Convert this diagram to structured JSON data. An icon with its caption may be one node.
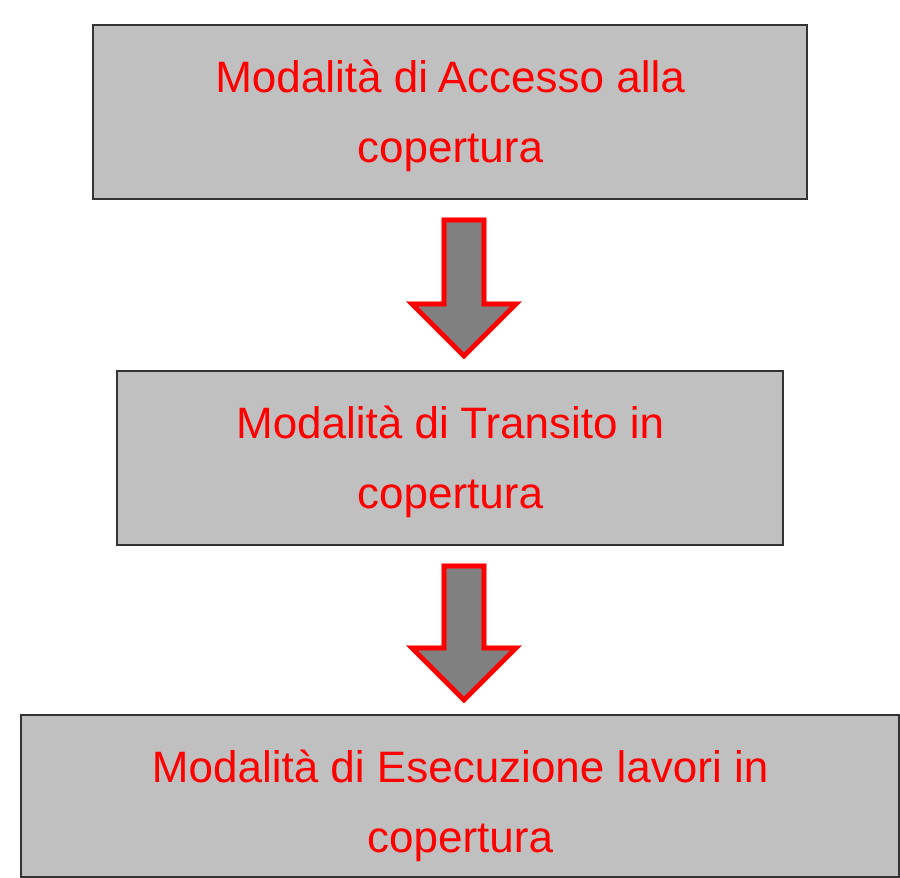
{
  "diagram": {
    "nodes": [
      {
        "text": [
          "Modalità di Accesso alla copertura"
        ]
      },
      {
        "text": [
          "Modalità di Transito in copertura"
        ]
      },
      {
        "text": [
          "Modalità di Esecuzione lavori in copertura"
        ]
      }
    ],
    "edges": [
      {
        "from": 0,
        "to": 1,
        "arrow": "to"
      },
      {
        "from": 1,
        "to": 2,
        "arrow": "to"
      }
    ]
  }
}
